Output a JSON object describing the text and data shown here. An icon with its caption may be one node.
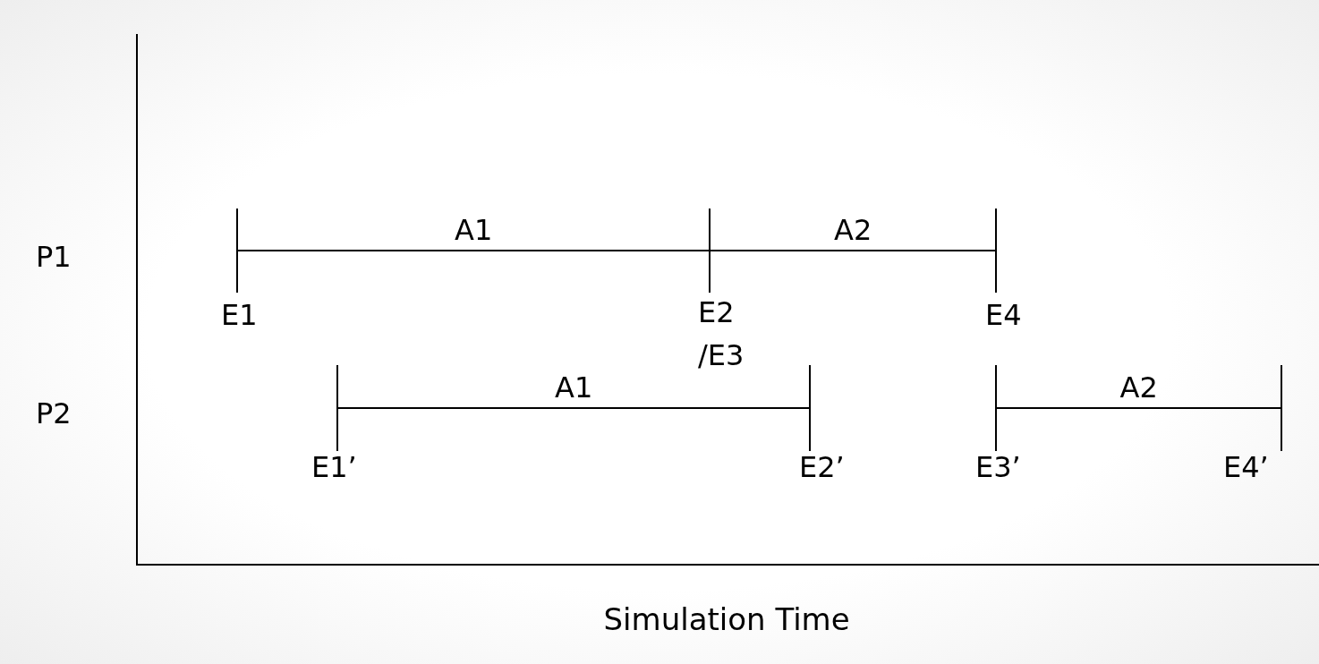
{
  "diagram": {
    "nodes": [
      {
        "text": [],
        "shape": "bar",
        "beside": [
          "E1"
        ]
      },
      {
        "text": [],
        "shape": "bar",
        "beside": [
          "E2 /E3"
        ]
      },
      {
        "text": [],
        "shape": "bar",
        "beside": [
          "E4"
        ]
      },
      {
        "text": [],
        "shape": "bar",
        "beside": [
          "E1’"
        ]
      },
      {
        "text": [],
        "shape": "bar",
        "beside": [
          "E2’"
        ]
      },
      {
        "text": [],
        "shape": "bar",
        "beside": [
          "E3’"
        ]
      },
      {
        "text": [],
        "shape": "bar",
        "beside": [
          "E4’"
        ]
      }
    ],
    "edges": [
      {
        "from": 0,
        "to": 1,
        "arrow": "none",
        "label": "A1"
      },
      {
        "from": 1,
        "to": 2,
        "arrow": "none",
        "label": "A2"
      },
      {
        "from": 3,
        "to": 4,
        "arrow": "none",
        "label": "A1"
      },
      {
        "from": 5,
        "to": 6,
        "arrow": "none",
        "label": "A2"
      }
    ],
    "labels": [
      "P1",
      "P2",
      "Simulation Time"
    ]
  }
}
